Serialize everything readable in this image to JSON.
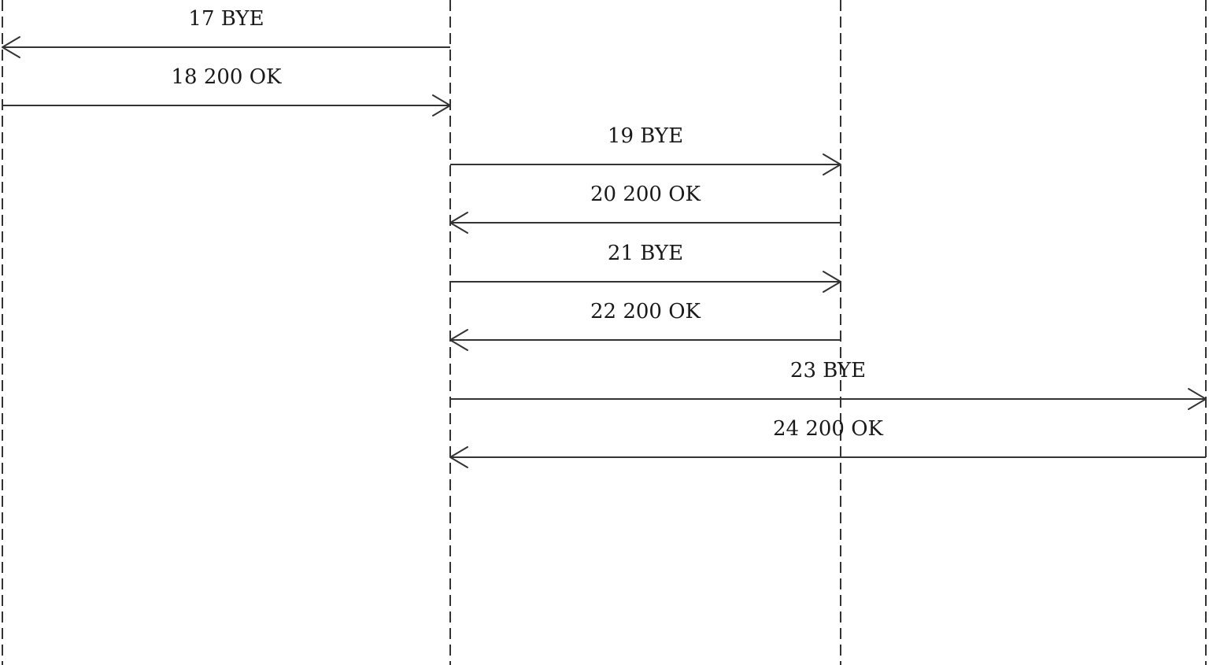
{
  "diagram": {
    "type": "sequence",
    "lifelines": [
      {
        "id": "L1"
      },
      {
        "id": "L2"
      },
      {
        "id": "L3"
      },
      {
        "id": "L4"
      }
    ],
    "messages": [
      {
        "label": "17 BYE",
        "from": "L2",
        "to": "L1"
      },
      {
        "label": "18 200 OK",
        "from": "L1",
        "to": "L2"
      },
      {
        "label": "19 BYE",
        "from": "L2",
        "to": "L3"
      },
      {
        "label": "20 200 OK",
        "from": "L3",
        "to": "L2"
      },
      {
        "label": "21 BYE",
        "from": "L2",
        "to": "L3"
      },
      {
        "label": "22 200 OK",
        "from": "L3",
        "to": "L2"
      },
      {
        "label": "23 BYE",
        "from": "L2",
        "to": "L4"
      },
      {
        "label": "24 200 OK",
        "from": "L4",
        "to": "L2"
      }
    ]
  },
  "colors": {
    "line": "#333333",
    "text": "#1a1a1a",
    "background": "#ffffff"
  }
}
